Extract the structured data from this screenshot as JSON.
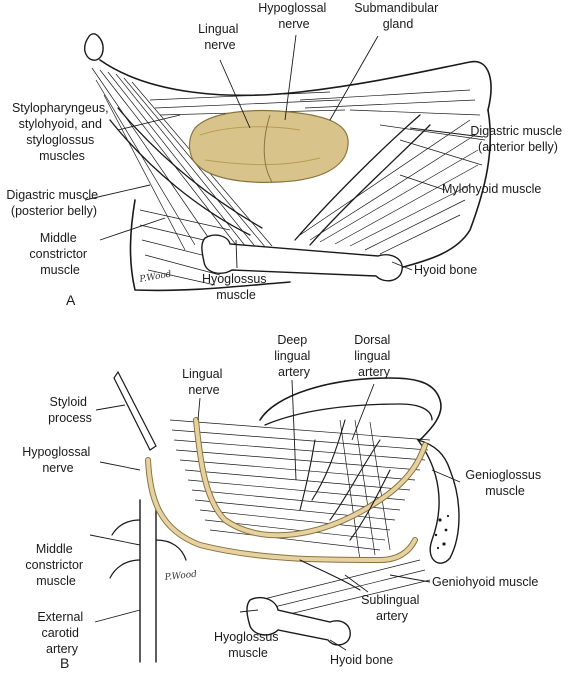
{
  "colors": {
    "ink": "#1a1a1a",
    "gland": "#d8c48a",
    "gland_shadow": "#b89c55",
    "nerve": "#e6d2a0",
    "nerve_edge": "#8a7440",
    "muscle_fill": "#f4f1ea"
  },
  "panel_a": {
    "letter": "A",
    "signature": "P.Wood",
    "labels": {
      "lingual_nerve": [
        "Lingual",
        "nerve"
      ],
      "hypoglossal_nerve": [
        "Hypoglossal",
        "nerve"
      ],
      "submandibular_gland": [
        "Submandibular",
        "gland"
      ],
      "stylo_muscles": [
        "Stylopharyngeus,",
        "stylohyoid, and",
        "styloglossus",
        "muscles"
      ],
      "digastric_anterior": [
        "Digastric muscle",
        "(anterior belly)"
      ],
      "digastric_posterior": [
        "Digastric muscle",
        "(posterior belly)"
      ],
      "mylohyoid": [
        "Mylohyoid muscle"
      ],
      "middle_constrictor": [
        "Middle",
        "constrictor",
        "muscle"
      ],
      "hyoglossus": [
        "Hyoglossus",
        "muscle"
      ],
      "hyoid_bone": [
        "Hyoid bone"
      ]
    }
  },
  "panel_b": {
    "letter": "B",
    "signature": "P.Wood",
    "labels": {
      "deep_lingual_artery": [
        "Deep",
        "lingual",
        "artery"
      ],
      "dorsal_lingual_artery": [
        "Dorsal",
        "lingual",
        "artery"
      ],
      "lingual_nerve": [
        "Lingual",
        "nerve"
      ],
      "styloid_process": [
        "Styloid",
        "process"
      ],
      "hypoglossal_nerve": [
        "Hypoglossal",
        "nerve"
      ],
      "genioglossus": [
        "Genioglossus",
        "muscle"
      ],
      "middle_constrictor": [
        "Middle",
        "constrictor",
        "muscle"
      ],
      "geniohyoid": [
        "Geniohyoid muscle"
      ],
      "sublingual_artery": [
        "Sublingual",
        "artery"
      ],
      "external_carotid": [
        "External",
        "carotid",
        "artery"
      ],
      "hyoglossus": [
        "Hyoglossus",
        "muscle"
      ],
      "hyoid_bone": [
        "Hyoid bone"
      ]
    }
  }
}
